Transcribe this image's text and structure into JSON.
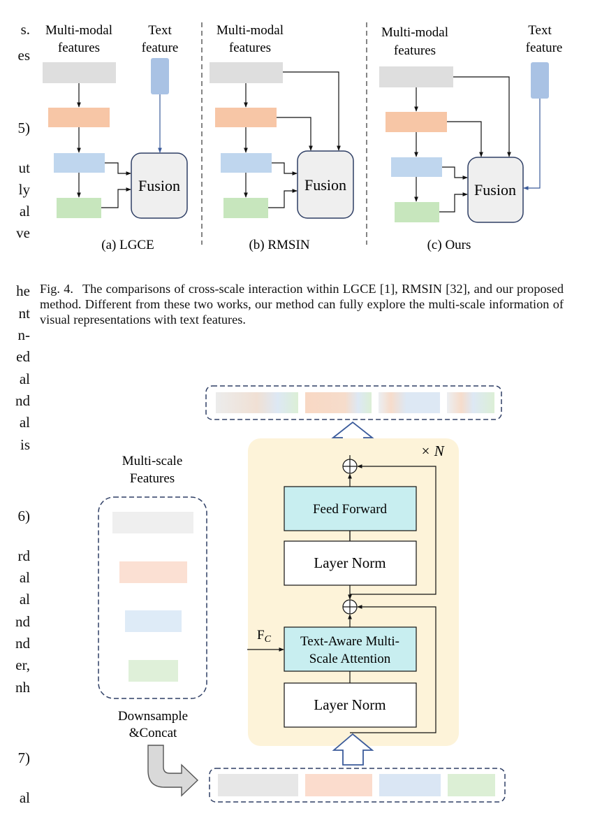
{
  "left_column_fragments": [
    "s.",
    "es",
    "ut",
    "ly",
    "al",
    "ve",
    "he",
    "nt",
    "n-",
    "ed",
    "al",
    "nd",
    "al",
    "is",
    "rd",
    "al",
    "al",
    "nd",
    "nd",
    "er,",
    "nh",
    "al"
  ],
  "equation_numbers": [
    "5)",
    "6)",
    "7)"
  ],
  "top_figure": {
    "panel_a": {
      "mm_label": [
        "Multi-modal",
        "features"
      ],
      "text_label": [
        "Text",
        "feature"
      ],
      "fusion": "Fusion",
      "caption": "(a) LGCE"
    },
    "panel_b": {
      "mm_label": [
        "Multi-modal",
        "features"
      ],
      "fusion": "Fusion",
      "caption": "(b) RMSIN"
    },
    "panel_c": {
      "mm_label": [
        "Multi-modal",
        "features"
      ],
      "text_label": [
        "Text",
        "feature"
      ],
      "fusion": "Fusion",
      "caption": "(c) Ours"
    }
  },
  "figure_caption": {
    "label": "Fig. 4.",
    "text": "The comparisons of cross-scale interaction within LGCE [1], RMSIN [32], and our proposed method. Different from these two works, our method can fully explore the multi-scale information of visual representations with text features."
  },
  "bottom_figure": {
    "multiscale_label": [
      "Multi-scale",
      "Features"
    ],
    "downsample_label": [
      "Downsample",
      "&Concat"
    ],
    "times_n": "× N",
    "feed_forward": "Feed Forward",
    "layer_norm_top": "Layer Norm",
    "attention": [
      "Text-Aware Multi-",
      "Scale Attention"
    ],
    "layer_norm_bottom": "Layer Norm",
    "fc_label": "F",
    "fc_sub": "C"
  },
  "colors": {
    "gray": "#dedede",
    "orange": "#f7c6a6",
    "blue": "#bfd6ee",
    "green": "#c7e6bd",
    "text_feature": "#a9c2e4",
    "fusion_fill": "#efefef",
    "fusion_border": "#2f3f65",
    "yellow_bg": "#fdf3d9",
    "cyan": "#c8eef0",
    "dashed": "#2f3f65"
  }
}
